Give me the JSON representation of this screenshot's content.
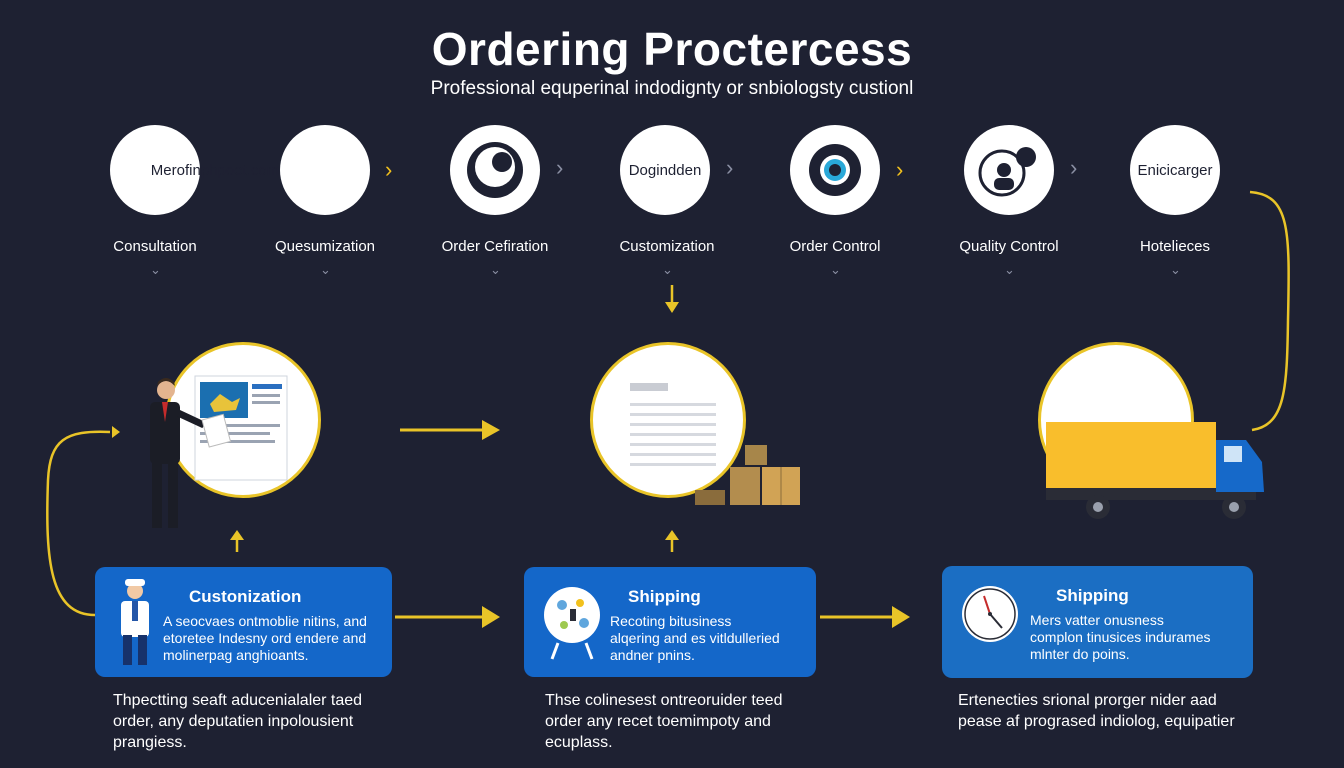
{
  "header": {
    "title": "Ordering Proctercess",
    "subtitle": "Professional equperinal indodignty or snbiologsty custionl"
  },
  "steps": [
    {
      "circle_text": "Merofinphpoet.com",
      "label": "Consultation"
    },
    {
      "circle_text": "",
      "label": "Quesumization"
    },
    {
      "circle_text": "",
      "label": "Order Cefiration",
      "icon": "face-icon"
    },
    {
      "circle_text": "Dogindden",
      "label": "Customization"
    },
    {
      "circle_text": "",
      "label": "Order Control",
      "icon": "lifebuoy-icon"
    },
    {
      "circle_text": "",
      "label": "Quality Control",
      "icon": "gear-person-icon"
    },
    {
      "circle_text": "Enicicarger",
      "label": "Hotelieces"
    }
  ],
  "cards": [
    {
      "title": "Custonization",
      "text": [
        "A seocvaes ontmoblie nitins, and",
        "etoretee Indesny ord endere and",
        "molinerpag anghioants."
      ],
      "icon": "worker-icon"
    },
    {
      "title": "Shipping",
      "text": [
        "Recoting bitusiness",
        "alqering and es vitldulleried",
        "andner pnins."
      ],
      "icon": "globe-board-icon"
    },
    {
      "title": "Shipping",
      "text": [
        "Mers vatter onusness",
        "complon tinusices indurames",
        "mlnter do poins."
      ],
      "icon": "clock-icon"
    }
  ],
  "captions": [
    [
      "Thpectting seaft aducenialaler taed",
      "order, any deputatien inpolousient",
      "prangiess."
    ],
    [
      "Thse colinesest ontreoruider teed",
      "order any recet toemimpoty and",
      "ecuplass."
    ],
    [
      "Ertenecties srional prorger nider aad",
      "pease af progrased indiolog, equipatier"
    ]
  ],
  "colors": {
    "background": "#1e2132",
    "accent": "#f2c11d",
    "card": "#1467c9",
    "truck": "#f9be2c"
  }
}
